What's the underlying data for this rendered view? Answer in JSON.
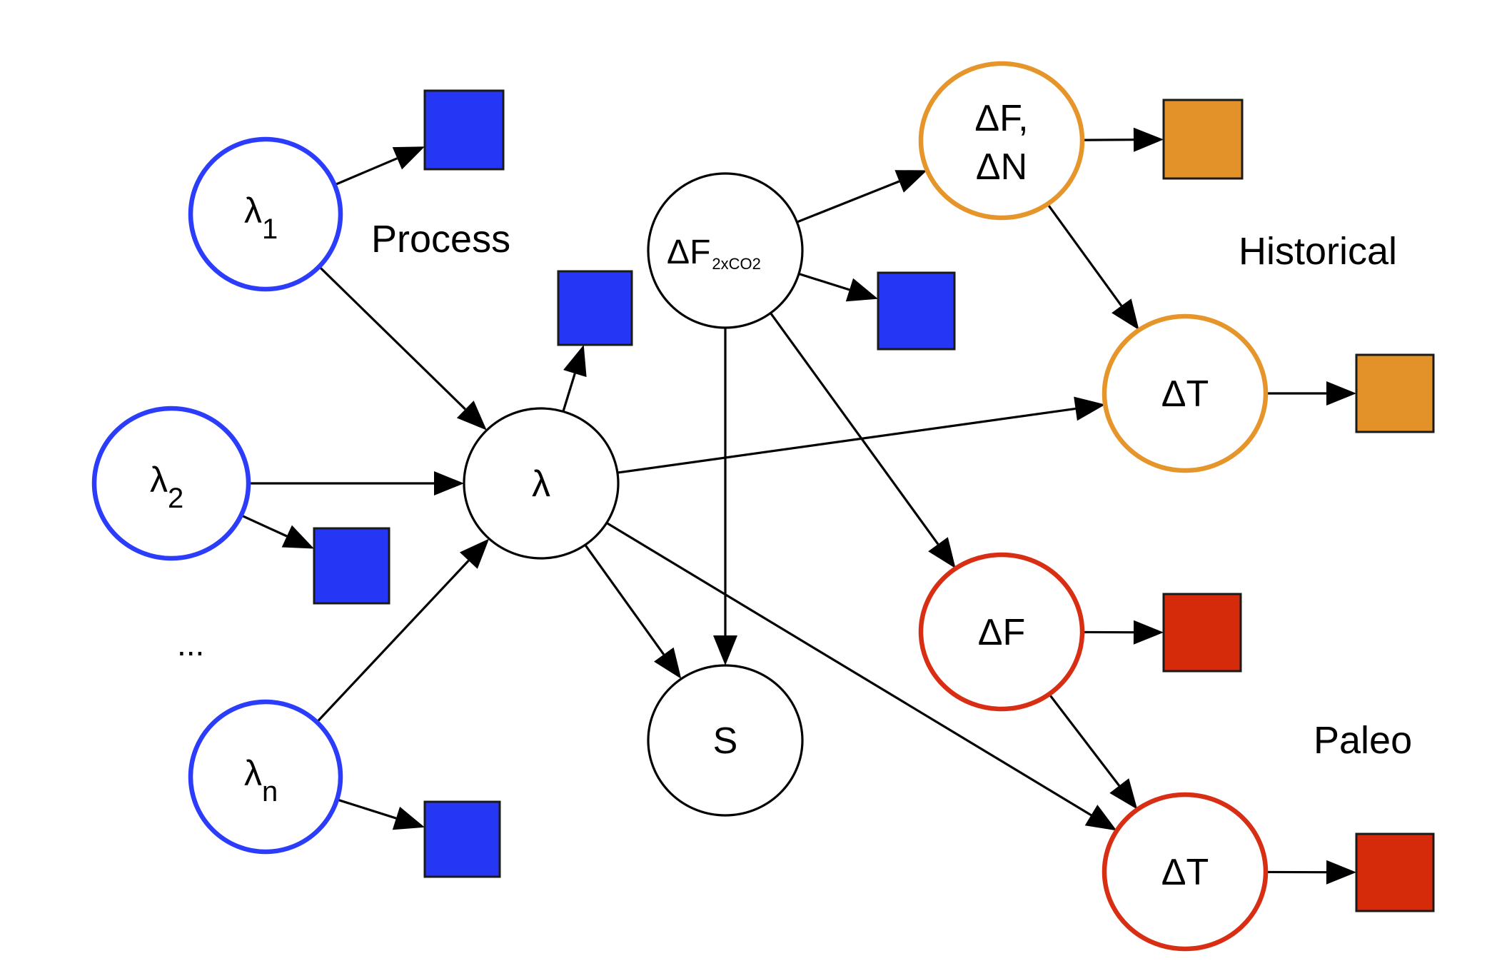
{
  "colors": {
    "blue": "#2b3dfb",
    "blue_fill": "#2536f5",
    "orange": "#e6952a",
    "orange_fill": "#e3922a",
    "red": "#d82f14",
    "red_fill": "#d62b0a",
    "black": "#000000"
  },
  "labels": {
    "process": "Process",
    "historical": "Historical",
    "paleo": "Paleo",
    "ellipsis": "..."
  },
  "nodes": [
    {
      "id": "lambda1",
      "group": "blue",
      "text": "λ",
      "sub": "1"
    },
    {
      "id": "lambda2",
      "group": "blue",
      "text": "λ",
      "sub": "2"
    },
    {
      "id": "lambdan",
      "group": "blue",
      "text": "λ",
      "sub": "n"
    },
    {
      "id": "lambda",
      "group": "black",
      "text": "λ",
      "sub": ""
    },
    {
      "id": "s",
      "group": "black",
      "text": "S",
      "sub": ""
    },
    {
      "id": "df2xco2",
      "group": "black",
      "text": "ΔF",
      "sub": "2xCO2"
    },
    {
      "id": "dfdn",
      "group": "orange",
      "text": "ΔF,",
      "text2": "ΔN",
      "sub": ""
    },
    {
      "id": "dt_hist",
      "group": "orange",
      "text": "ΔT",
      "sub": ""
    },
    {
      "id": "df_paleo",
      "group": "red",
      "text": "ΔF",
      "sub": ""
    },
    {
      "id": "dt_paleo",
      "group": "red",
      "text": "ΔT",
      "sub": ""
    }
  ],
  "observations": [
    {
      "node": "lambda1",
      "group": "blue"
    },
    {
      "node": "lambda2",
      "group": "blue"
    },
    {
      "node": "lambdan",
      "group": "blue"
    },
    {
      "node": "lambda",
      "group": "blue"
    },
    {
      "node": "df2xco2",
      "group": "blue"
    },
    {
      "node": "dfdn",
      "group": "orange"
    },
    {
      "node": "dt_hist",
      "group": "orange"
    },
    {
      "node": "df_paleo",
      "group": "red"
    },
    {
      "node": "dt_paleo",
      "group": "red"
    }
  ],
  "edges": [
    {
      "from": "lambda1",
      "to": "lambda"
    },
    {
      "from": "lambda2",
      "to": "lambda"
    },
    {
      "from": "lambdan",
      "to": "lambda"
    },
    {
      "from": "lambda",
      "to": "s"
    },
    {
      "from": "lambda",
      "to": "dt_hist"
    },
    {
      "from": "lambda",
      "to": "dt_paleo"
    },
    {
      "from": "df2xco2",
      "to": "s"
    },
    {
      "from": "df2xco2",
      "to": "dfdn"
    },
    {
      "from": "df2xco2",
      "to": "df_paleo"
    },
    {
      "from": "dfdn",
      "to": "dt_hist"
    },
    {
      "from": "df_paleo",
      "to": "dt_paleo"
    }
  ]
}
